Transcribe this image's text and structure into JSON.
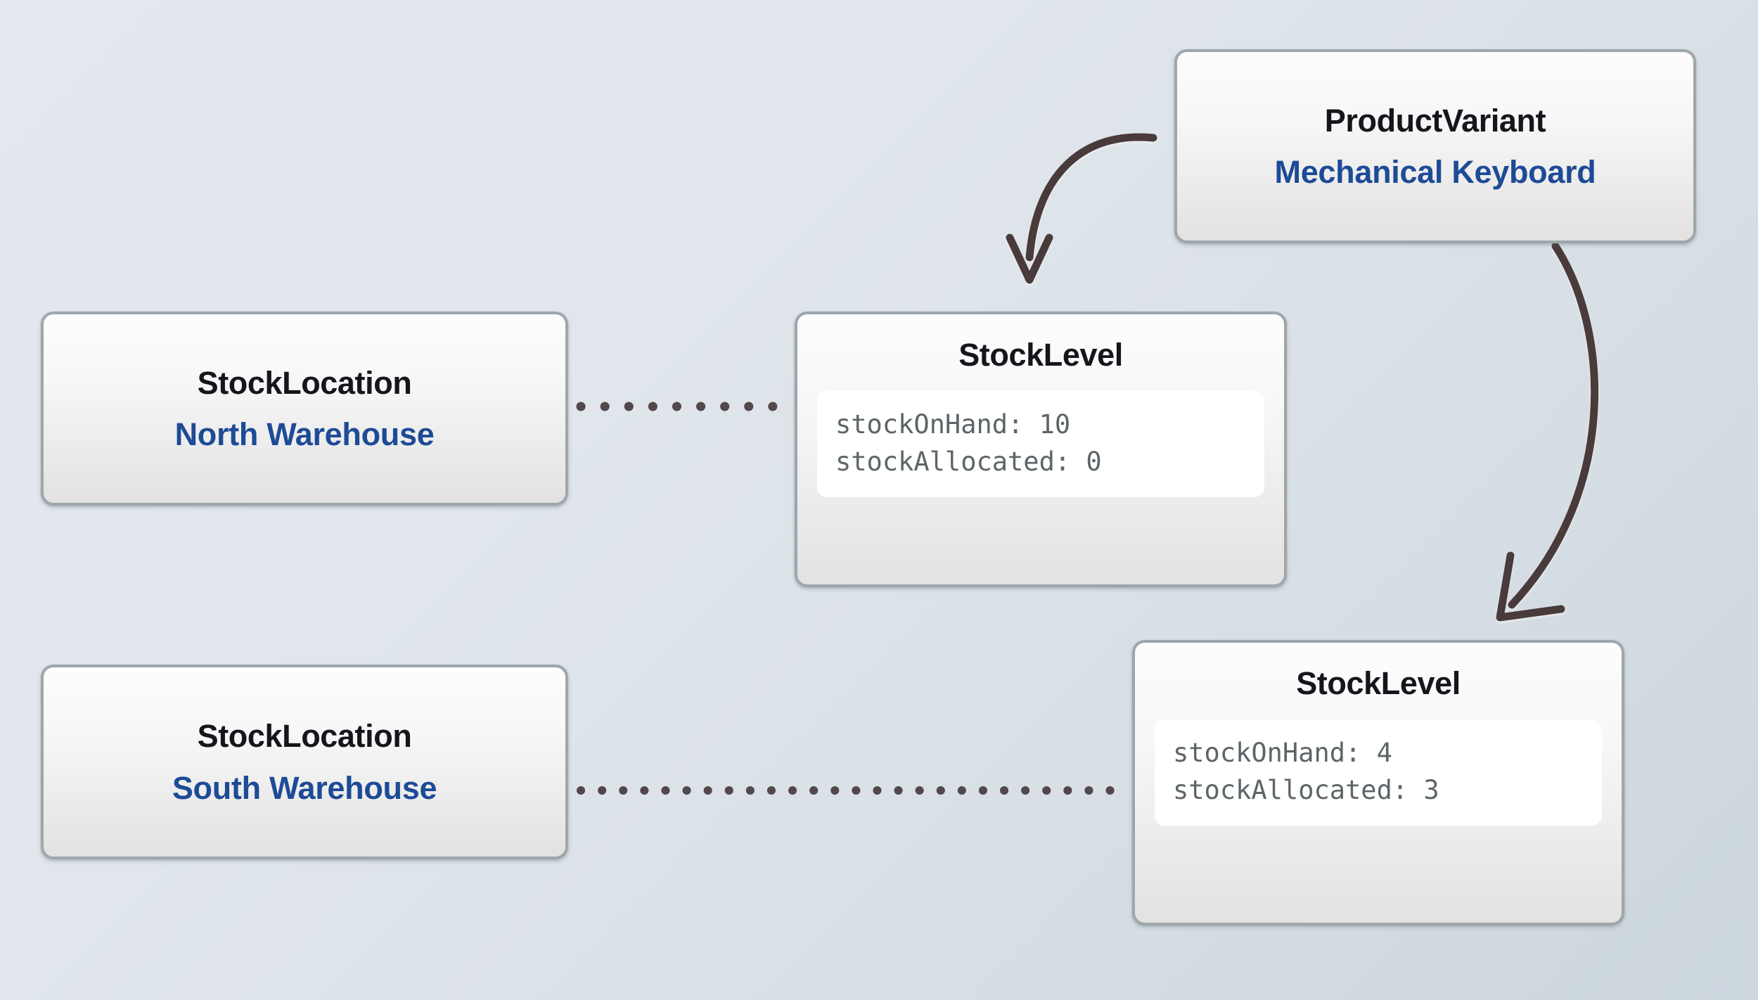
{
  "diagram": {
    "type": "entity-relationship-graph",
    "background_top_left": "#e2e8ee",
    "background_bottom_right": "#ccd6dd",
    "accent_blue": "#1d4b96",
    "title_color": "#15161c",
    "attribute_color": "#5d6568",
    "edge_color": "#4a3b3b",
    "node_border_color": "#9ea7ab"
  },
  "nodes": {
    "product_variant": {
      "entity": "ProductVariant",
      "name": "Mechanical Keyboard"
    },
    "location_north": {
      "entity": "StockLocation",
      "name": "North Warehouse"
    },
    "location_south": {
      "entity": "StockLocation",
      "name": "South Warehouse"
    },
    "stock_level_north": {
      "entity": "StockLevel",
      "attributes": [
        "stockOnHand: 10",
        "stockAllocated: 0"
      ]
    },
    "stock_level_south": {
      "entity": "StockLevel",
      "attributes": [
        "stockOnHand: 4",
        "stockAllocated: 3"
      ]
    }
  },
  "edges": [
    {
      "id": "variant-to-level-north",
      "from": "product_variant",
      "to": "stock_level_north",
      "style": "curved-arrow",
      "label": ""
    },
    {
      "id": "variant-to-level-south",
      "from": "product_variant",
      "to": "stock_level_south",
      "style": "curved-arrow",
      "label": ""
    },
    {
      "id": "location-north-to-level-north",
      "from": "location_north",
      "to": "stock_level_north",
      "style": "dotted",
      "label": ""
    },
    {
      "id": "location-south-to-level-south",
      "from": "location_south",
      "to": "stock_level_south",
      "style": "dotted",
      "label": ""
    }
  ]
}
